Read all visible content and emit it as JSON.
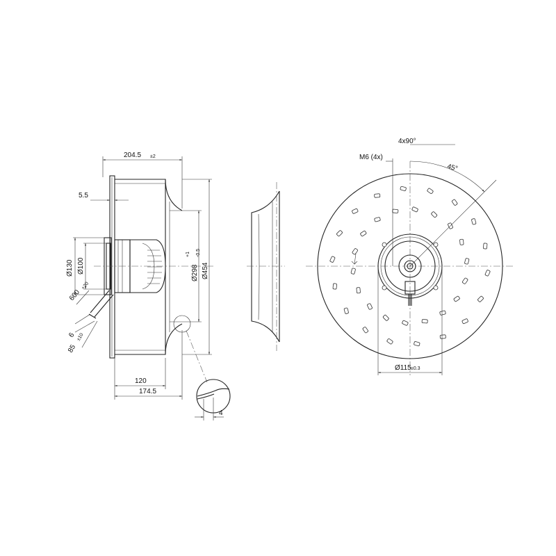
{
  "dimensions": {
    "d204_5": "204.5",
    "tol_204_5": "±2",
    "d5_5": "5.5",
    "d130": "Ø130",
    "d100": "Ø100",
    "d600": "600",
    "tol_600": "+20",
    "d6": "6",
    "d85": "85",
    "tol_85": "±10",
    "d120": "120",
    "d174_5": "174.5",
    "d298": "Ø298",
    "tol_298_up": "+1",
    "tol_298_down": "-0.5",
    "d454": "Ø454",
    "d4": "4",
    "d4x90": "4x90°",
    "m6": "M6 (4x)",
    "d45": "45°",
    "d115": "Ø115",
    "tol_115": "±0.3"
  },
  "colors": {
    "line": "#222222",
    "background": "#ffffff"
  }
}
